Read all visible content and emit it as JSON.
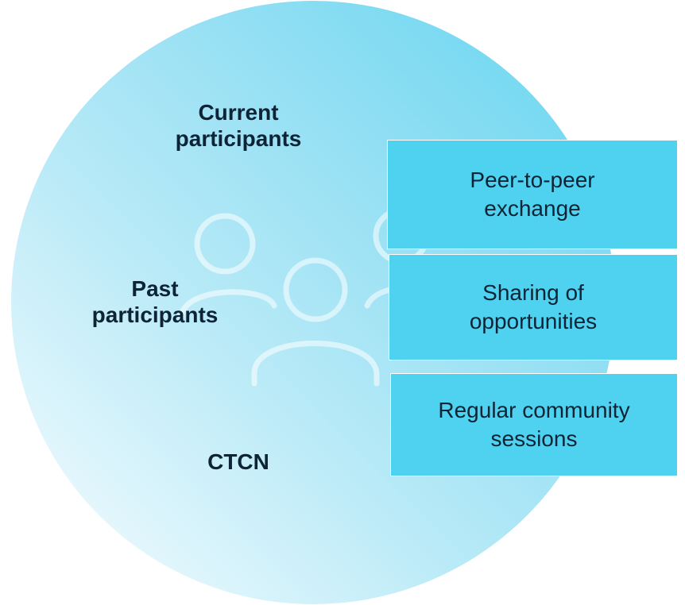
{
  "groups": {
    "current": "Current\nparticipants",
    "past": "Past\nparticipants",
    "ctcn": "CTCN"
  },
  "features": {
    "peer": "Peer-to-peer\nexchange",
    "sharing": "Sharing of\nopportunities",
    "regular": "Regular community\nsessions"
  },
  "icon": "people-group-icon",
  "colors": {
    "circle_start": "#63d6f0",
    "circle_end": "#f2fbfe",
    "box_fill": "#4fd2ef",
    "text": "#0d2436"
  }
}
